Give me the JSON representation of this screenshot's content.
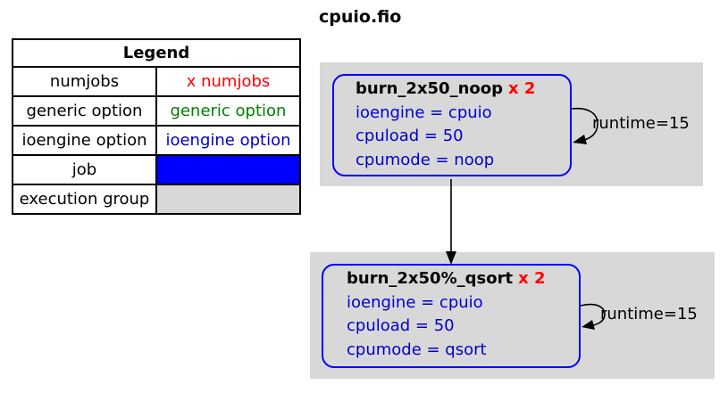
{
  "title": "cpuio.fio",
  "colors": {
    "numjobs_red": "#ff0000",
    "generic_green": "#008000",
    "ioengine_blue": "#0000cd",
    "job_fill": "#0000ff",
    "execution_group_fill": "#d8d8d8",
    "node_border": "#0000ff"
  },
  "legend": {
    "header": "Legend",
    "rows": [
      {
        "label": "numjobs",
        "sample": "x numjobs"
      },
      {
        "label": "generic option",
        "sample": "generic option"
      },
      {
        "label": "ioengine option",
        "sample": "ioengine option"
      },
      {
        "label": "job",
        "sample": ""
      },
      {
        "label": "execution group",
        "sample": ""
      }
    ]
  },
  "nodes": [
    {
      "name": "burn_2x50_noop",
      "multiplier": "x 2",
      "options": [
        "ioengine = cpuio",
        "cpuload = 50",
        "cpumode = noop"
      ],
      "loop_label": "runtime=15"
    },
    {
      "name": "burn_2x50%_qsort",
      "multiplier": "x 2",
      "options": [
        "ioengine = cpuio",
        "cpuload = 50",
        "cpumode = qsort"
      ],
      "loop_label": "runtime=15"
    }
  ],
  "edge": {
    "from": "burn_2x50_noop",
    "to": "burn_2x50%_qsort"
  }
}
